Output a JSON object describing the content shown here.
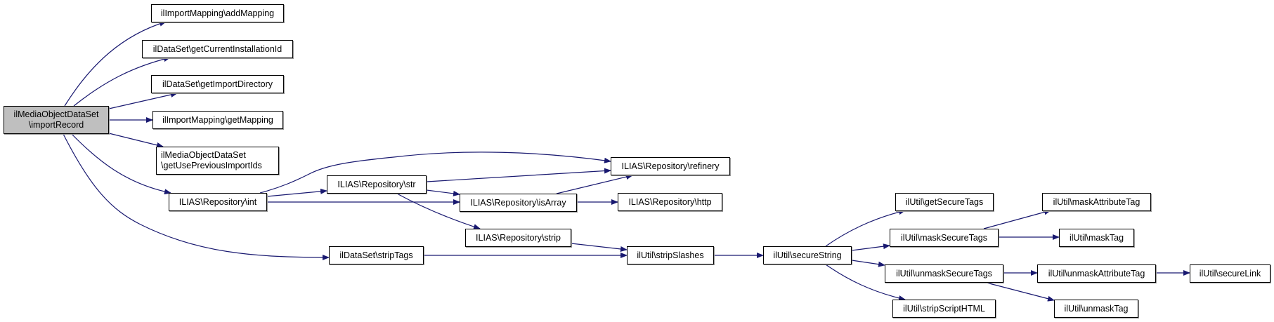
{
  "diagram": {
    "type": "call-graph",
    "colors": {
      "edge": "#191970",
      "root_fill": "#bfbfbf",
      "node_fill": "#ffffff",
      "border": "#000000"
    },
    "nodes": {
      "root": {
        "line1": "ilMediaObjectDataSet",
        "line2": "\\importRecord"
      },
      "addMapping": {
        "label": "ilImportMapping\\addMapping"
      },
      "getCurrentInstallationId": {
        "label": "ilDataSet\\getCurrentInstallationId"
      },
      "getImportDirectory": {
        "label": "ilDataSet\\getImportDirectory"
      },
      "getMapping": {
        "label": "ilImportMapping\\getMapping"
      },
      "getUsePreviousImportIds": {
        "line1": "ilMediaObjectDataSet",
        "line2": "\\getUsePreviousImportIds"
      },
      "int": {
        "label": "ILIAS\\Repository\\int"
      },
      "str": {
        "label": "ILIAS\\Repository\\str"
      },
      "refinery": {
        "label": "ILIAS\\Repository\\refinery"
      },
      "isArray": {
        "label": "ILIAS\\Repository\\isArray"
      },
      "http": {
        "label": "ILIAS\\Repository\\http"
      },
      "strip": {
        "label": "ILIAS\\Repository\\strip"
      },
      "stripTags": {
        "label": "ilDataSet\\stripTags"
      },
      "stripSlashes": {
        "label": "ilUtil\\stripSlashes"
      },
      "secureString": {
        "label": "ilUtil\\secureString"
      },
      "getSecureTags": {
        "label": "ilUtil\\getSecureTags"
      },
      "maskSecureTags": {
        "label": "ilUtil\\maskSecureTags"
      },
      "unmaskSecureTags": {
        "label": "ilUtil\\unmaskSecureTags"
      },
      "stripScriptHTML": {
        "label": "ilUtil\\stripScriptHTML"
      },
      "maskAttributeTag": {
        "label": "ilUtil\\maskAttributeTag"
      },
      "maskTag": {
        "label": "ilUtil\\maskTag"
      },
      "unmaskAttributeTag": {
        "label": "ilUtil\\unmaskAttributeTag"
      },
      "unmaskTag": {
        "label": "ilUtil\\unmaskTag"
      },
      "secureLink": {
        "label": "ilUtil\\secureLink"
      }
    },
    "edges": [
      [
        "root",
        "addMapping"
      ],
      [
        "root",
        "getCurrentInstallationId"
      ],
      [
        "root",
        "getImportDirectory"
      ],
      [
        "root",
        "getMapping"
      ],
      [
        "root",
        "getUsePreviousImportIds"
      ],
      [
        "root",
        "int"
      ],
      [
        "root",
        "stripTags"
      ],
      [
        "int",
        "refinery"
      ],
      [
        "int",
        "str"
      ],
      [
        "int",
        "isArray"
      ],
      [
        "str",
        "refinery"
      ],
      [
        "str",
        "isArray"
      ],
      [
        "str",
        "strip"
      ],
      [
        "isArray",
        "refinery"
      ],
      [
        "isArray",
        "http"
      ],
      [
        "strip",
        "stripSlashes"
      ],
      [
        "stripTags",
        "stripSlashes"
      ],
      [
        "stripSlashes",
        "secureString"
      ],
      [
        "secureString",
        "getSecureTags"
      ],
      [
        "secureString",
        "maskSecureTags"
      ],
      [
        "secureString",
        "unmaskSecureTags"
      ],
      [
        "secureString",
        "stripScriptHTML"
      ],
      [
        "maskSecureTags",
        "maskAttributeTag"
      ],
      [
        "maskSecureTags",
        "maskTag"
      ],
      [
        "unmaskSecureTags",
        "unmaskAttributeTag"
      ],
      [
        "unmaskSecureTags",
        "unmaskTag"
      ],
      [
        "unmaskAttributeTag",
        "secureLink"
      ]
    ]
  }
}
